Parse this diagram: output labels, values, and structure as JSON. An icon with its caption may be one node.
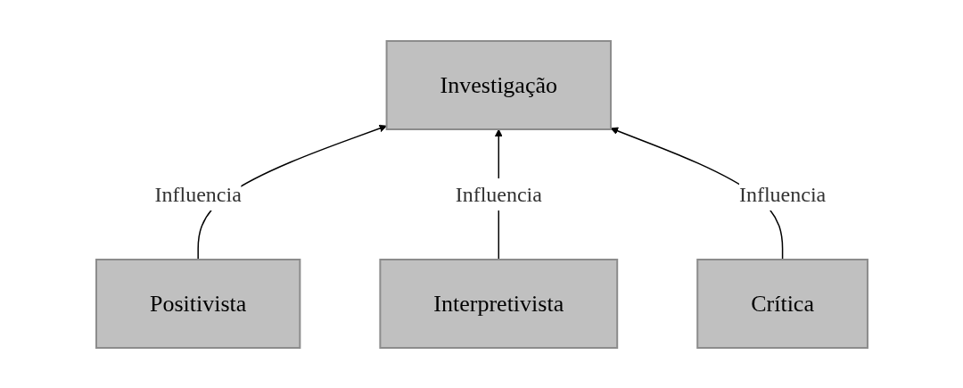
{
  "diagram": {
    "nodes": [
      {
        "text": [
          "Investigação"
        ]
      },
      {
        "text": [
          "Positivista"
        ]
      },
      {
        "text": [
          "Interpretivista"
        ]
      },
      {
        "text": [
          "Crítica"
        ]
      }
    ],
    "edges": [
      {
        "from": 1,
        "to": 0,
        "arrow": "to",
        "label": "Influencia"
      },
      {
        "from": 2,
        "to": 0,
        "arrow": "to",
        "label": "Influencia"
      },
      {
        "from": 3,
        "to": 0,
        "arrow": "to",
        "label": "Influencia"
      }
    ]
  }
}
